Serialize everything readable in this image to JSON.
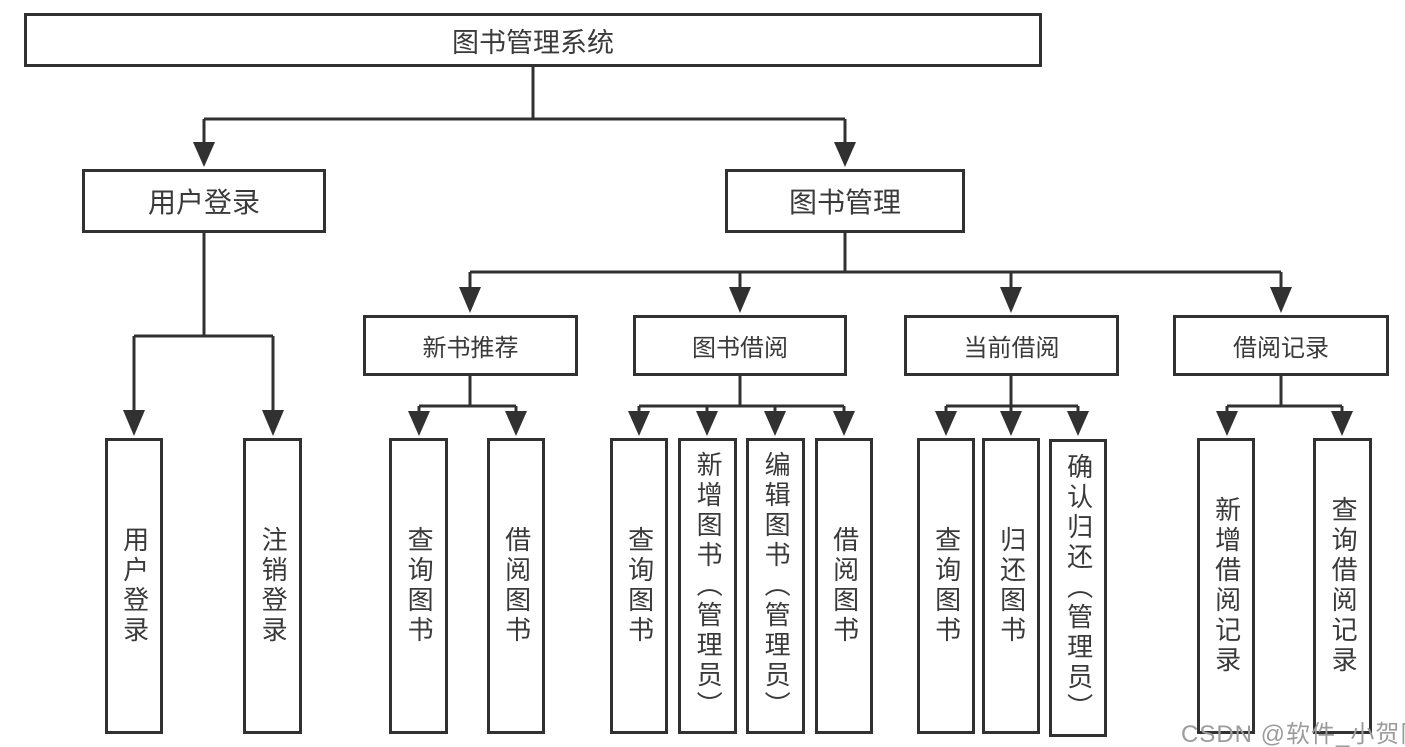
{
  "tree": {
    "root": {
      "label": "图书管理系统"
    },
    "level2": [
      {
        "label": "用户登录",
        "children": [
          {
            "label": "用户登录"
          },
          {
            "label": "注销登录"
          }
        ]
      },
      {
        "label": "图书管理",
        "sections": [
          {
            "label": "新书推荐",
            "children": [
              {
                "label": "查询图书"
              },
              {
                "label": "借阅图书"
              }
            ]
          },
          {
            "label": "图书借阅",
            "children": [
              {
                "label": "查询图书"
              },
              {
                "label": "新增图书（管理员）"
              },
              {
                "label": "编辑图书（管理员）"
              },
              {
                "label": "借阅图书"
              }
            ]
          },
          {
            "label": "当前借阅",
            "children": [
              {
                "label": "查询图书"
              },
              {
                "label": "归还图书"
              },
              {
                "label": "确认归还（管理员）"
              }
            ]
          },
          {
            "label": "借阅记录",
            "children": [
              {
                "label": "新增借阅记录"
              },
              {
                "label": "查询借阅记录"
              }
            ]
          }
        ]
      }
    ]
  },
  "watermark": {
    "text": "CSDN @软件_小贺同学"
  },
  "colors": {
    "line": "#313131",
    "text": "#3a3a3a",
    "box_background": "#ffffff",
    "watermark": "#9c9c9c"
  }
}
